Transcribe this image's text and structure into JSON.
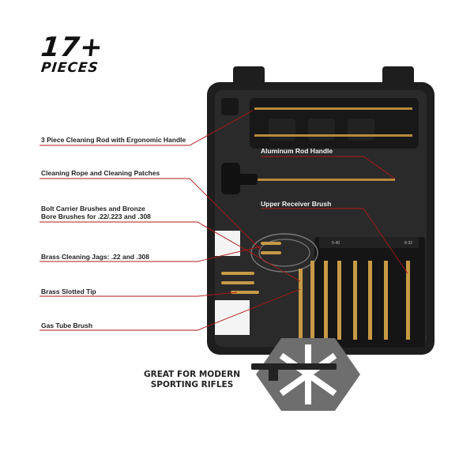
{
  "headline": {
    "count": "17+",
    "unit": "PIECES"
  },
  "callouts_left": [
    "3 Piece Cleaning Rod with Ergonomic Handle",
    "Cleaning Rope and Cleaning Patches",
    "Bolt Carrier Brushes and Bronze",
    "Bore Brushes for .22/.223 and .308",
    "Brass Cleaning Jags: .22 and .308",
    "Brass Slotted Tip",
    "Gas Tube Brush"
  ],
  "callouts_case": [
    "Aluminum Rod Handle",
    "Upper Receiver Brush"
  ],
  "case_labels": [
    "5-40",
    "8-32"
  ],
  "tagline": [
    "GREAT FOR MODERN",
    "SPORTING RIFLES"
  ],
  "colors": {
    "case": "#1e1e1e",
    "leader": "#b01818",
    "brass": "#b88a3c",
    "text": "#222222"
  }
}
